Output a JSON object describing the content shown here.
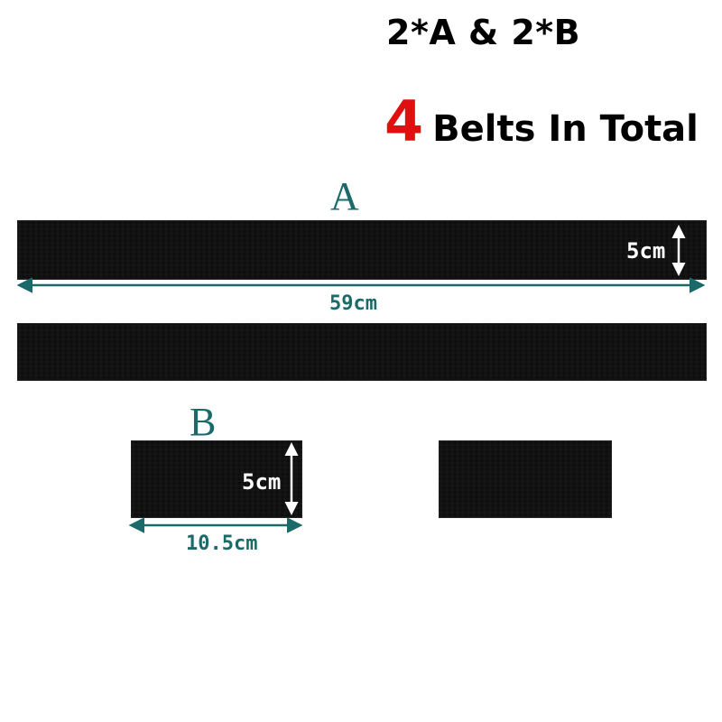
{
  "header": {
    "quantity": "2*A & 2*B",
    "total_number": "4",
    "total_text": "Belts In Total"
  },
  "belt_a": {
    "label": "A",
    "width": "5cm",
    "length": "59cm"
  },
  "belt_b": {
    "label": "B",
    "width": "5cm",
    "length": "10.5cm"
  },
  "colors": {
    "accent_red": "#e01010",
    "label_teal": "#1b6a6a",
    "strap_black": "#0e0e0e",
    "arrow_white": "#ffffff"
  }
}
